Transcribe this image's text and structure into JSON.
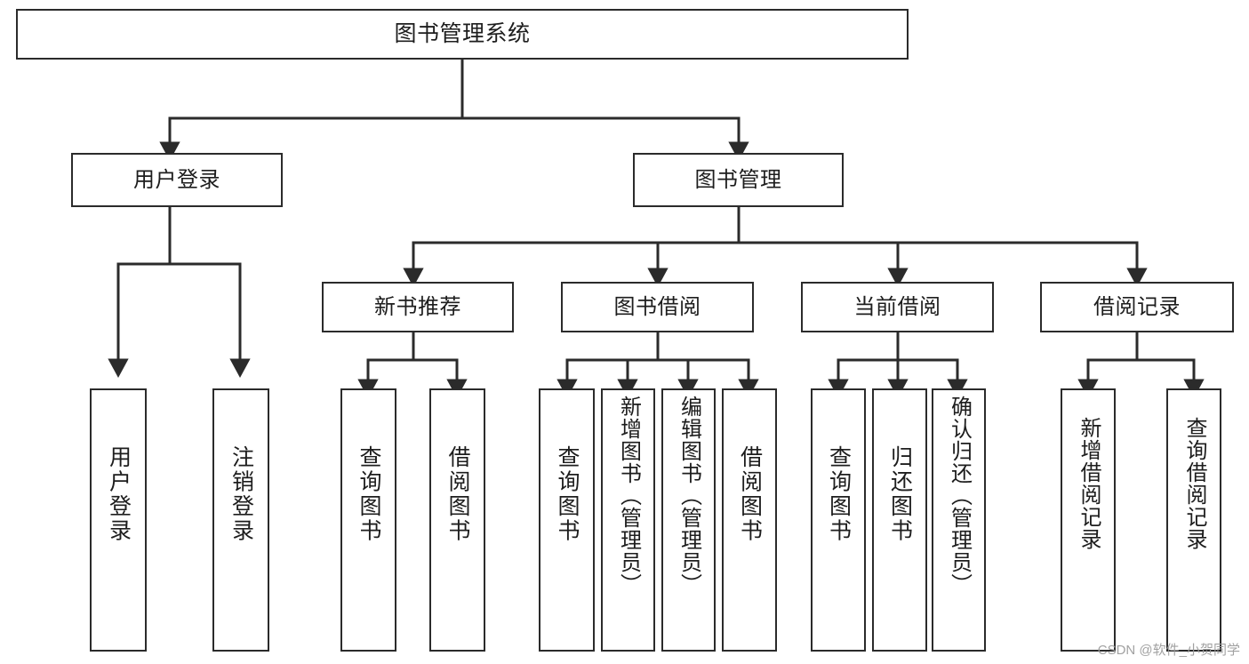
{
  "diagram": {
    "type": "tree-hierarchy-chart",
    "title": "图书管理系统",
    "stroke_color": "#2b2b2b",
    "fill_color": "#ffffff",
    "text_color": "#1d1d1d",
    "levels": [
      {
        "level": 1,
        "nodes": [
          {
            "id": "root",
            "label": "图书管理系统",
            "orientation": "horizontal"
          }
        ]
      },
      {
        "level": 2,
        "nodes": [
          {
            "id": "login",
            "label": "用户登录",
            "orientation": "horizontal",
            "parent": "root"
          },
          {
            "id": "bookmgmt",
            "label": "图书管理",
            "orientation": "horizontal",
            "parent": "root"
          }
        ]
      },
      {
        "level": 3,
        "nodes": [
          {
            "id": "newbook",
            "label": "新书推荐",
            "orientation": "horizontal",
            "parent": "bookmgmt"
          },
          {
            "id": "borrow",
            "label": "图书借阅",
            "orientation": "horizontal",
            "parent": "bookmgmt"
          },
          {
            "id": "current",
            "label": "当前借阅",
            "orientation": "horizontal",
            "parent": "bookmgmt"
          },
          {
            "id": "records",
            "label": "借阅记录",
            "orientation": "horizontal",
            "parent": "bookmgmt"
          }
        ]
      },
      {
        "level": 4,
        "nodes": [
          {
            "id": "leaf-user-login",
            "label": "用户登录",
            "orientation": "vertical",
            "parent": "login"
          },
          {
            "id": "leaf-user-logout",
            "label": "注销登录",
            "orientation": "vertical",
            "parent": "login"
          },
          {
            "id": "leaf-query-book-1",
            "label": "查询图书",
            "orientation": "vertical",
            "parent": "newbook"
          },
          {
            "id": "leaf-borrow-book-1",
            "label": "借阅图书",
            "orientation": "vertical",
            "parent": "newbook"
          },
          {
            "id": "leaf-query-book-2",
            "label": "查询图书",
            "orientation": "vertical",
            "parent": "borrow"
          },
          {
            "id": "leaf-add-book",
            "label": "新增图书（管理员）",
            "orientation": "vertical",
            "parent": "borrow"
          },
          {
            "id": "leaf-edit-book",
            "label": "编辑图书（管理员）",
            "orientation": "vertical",
            "parent": "borrow"
          },
          {
            "id": "leaf-borrow-book-2",
            "label": "借阅图书",
            "orientation": "vertical",
            "parent": "borrow"
          },
          {
            "id": "leaf-query-book-3",
            "label": "查询图书",
            "orientation": "vertical",
            "parent": "current"
          },
          {
            "id": "leaf-return-book",
            "label": "归还图书",
            "orientation": "vertical",
            "parent": "current"
          },
          {
            "id": "leaf-confirm-return",
            "label": "确认归还（管理员）",
            "orientation": "vertical",
            "parent": "current"
          },
          {
            "id": "leaf-add-record",
            "label": "新增借阅记录",
            "orientation": "vertical",
            "parent": "records"
          },
          {
            "id": "leaf-query-record",
            "label": "查询借阅记录",
            "orientation": "vertical",
            "parent": "records"
          }
        ]
      }
    ]
  },
  "watermark": {
    "text": "CSDN @软件_小贺同学"
  }
}
